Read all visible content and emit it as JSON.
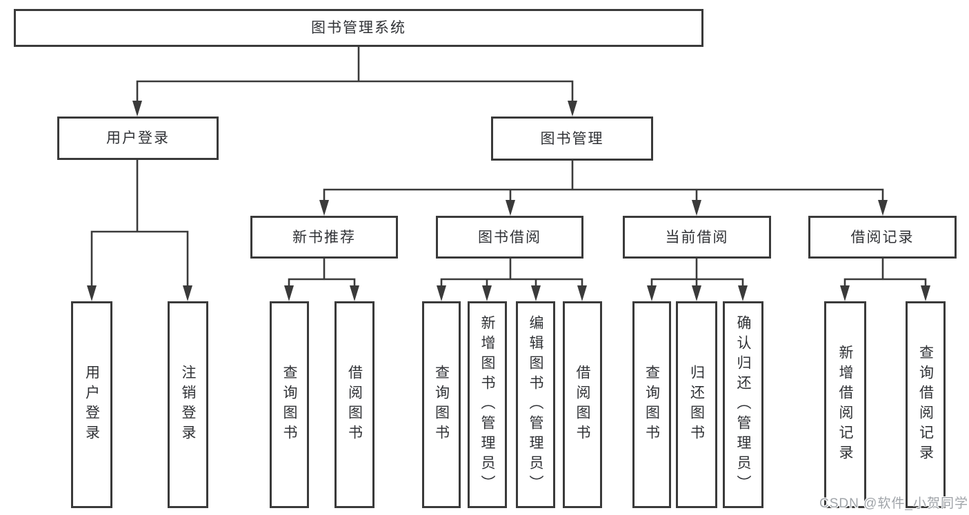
{
  "diagram": {
    "root": {
      "label": "图书管理系统"
    },
    "level2": [
      {
        "id": "user-login",
        "label": "用户登录"
      },
      {
        "id": "book-management",
        "label": "图书管理"
      }
    ],
    "level3": [
      {
        "id": "new-book-recommend",
        "label": "新书推荐"
      },
      {
        "id": "book-borrow",
        "label": "图书借阅"
      },
      {
        "id": "current-borrow",
        "label": "当前借阅"
      },
      {
        "id": "borrow-records",
        "label": "借阅记录"
      }
    ],
    "leaves": [
      {
        "parent": "用户登录",
        "label": "用户登录"
      },
      {
        "parent": "用户登录",
        "label": "注销登录"
      },
      {
        "parent": "新书推荐",
        "label": "查询图书"
      },
      {
        "parent": "新书推荐",
        "label": "借阅图书"
      },
      {
        "parent": "图书借阅",
        "label": "查询图书"
      },
      {
        "parent": "图书借阅",
        "label": "新增图书（管理员）"
      },
      {
        "parent": "图书借阅",
        "label": "编辑图书（管理员）"
      },
      {
        "parent": "图书借阅",
        "label": "借阅图书"
      },
      {
        "parent": "当前借阅",
        "label": "查询图书"
      },
      {
        "parent": "当前借阅",
        "label": "归还图书"
      },
      {
        "parent": "当前借阅",
        "label": "确认归还（管理员）"
      },
      {
        "parent": "借阅记录",
        "label": "新增借阅记录"
      },
      {
        "parent": "借阅记录",
        "label": "查询借阅记录"
      }
    ]
  },
  "colors": {
    "line": "#3a3a3a",
    "text": "#303236",
    "watermark": "#a0a4a9"
  },
  "watermark": {
    "text": "CSDN @软件_小贺同学"
  }
}
